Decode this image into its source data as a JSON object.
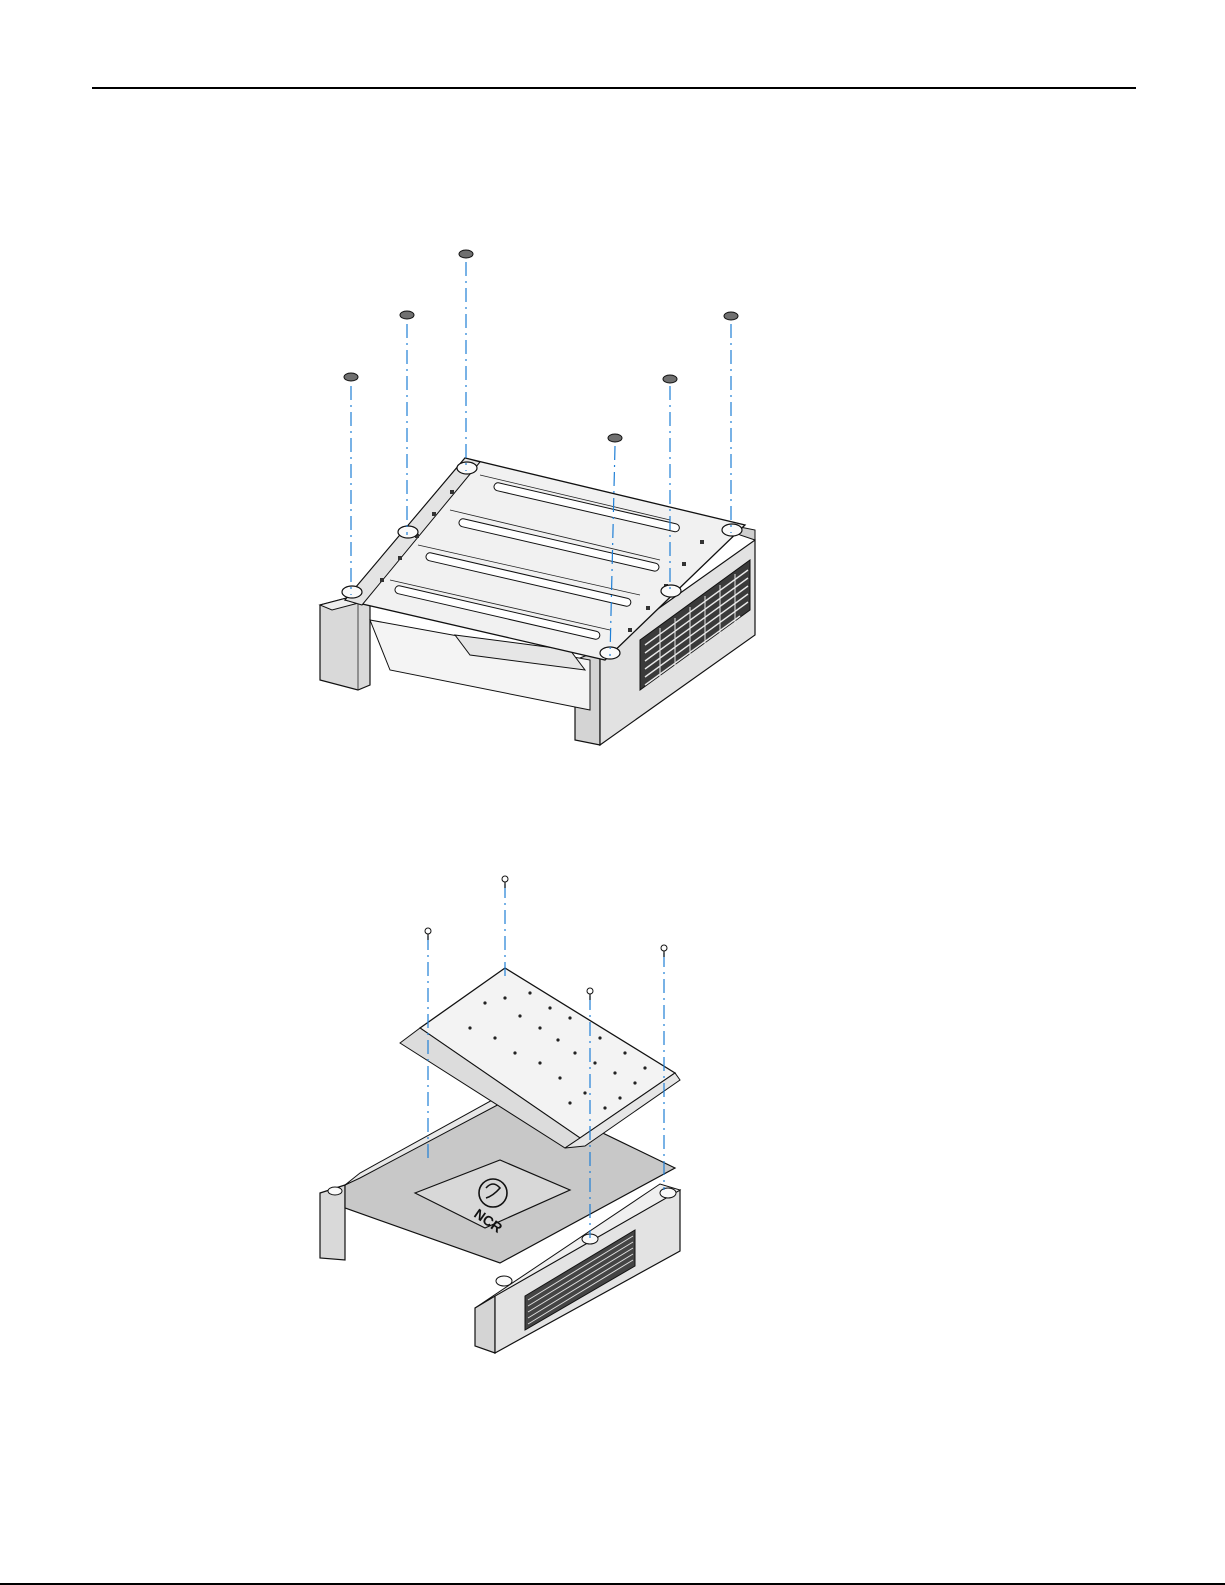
{
  "figure_top": {
    "parts": [
      "rubber-foot",
      "rubber-foot",
      "rubber-foot",
      "rubber-foot",
      "rubber-foot",
      "rubber-foot"
    ]
  },
  "figure_bottom": {
    "logo_text": "NCR",
    "parts": [
      "screw",
      "screw",
      "screw",
      "screw"
    ]
  }
}
